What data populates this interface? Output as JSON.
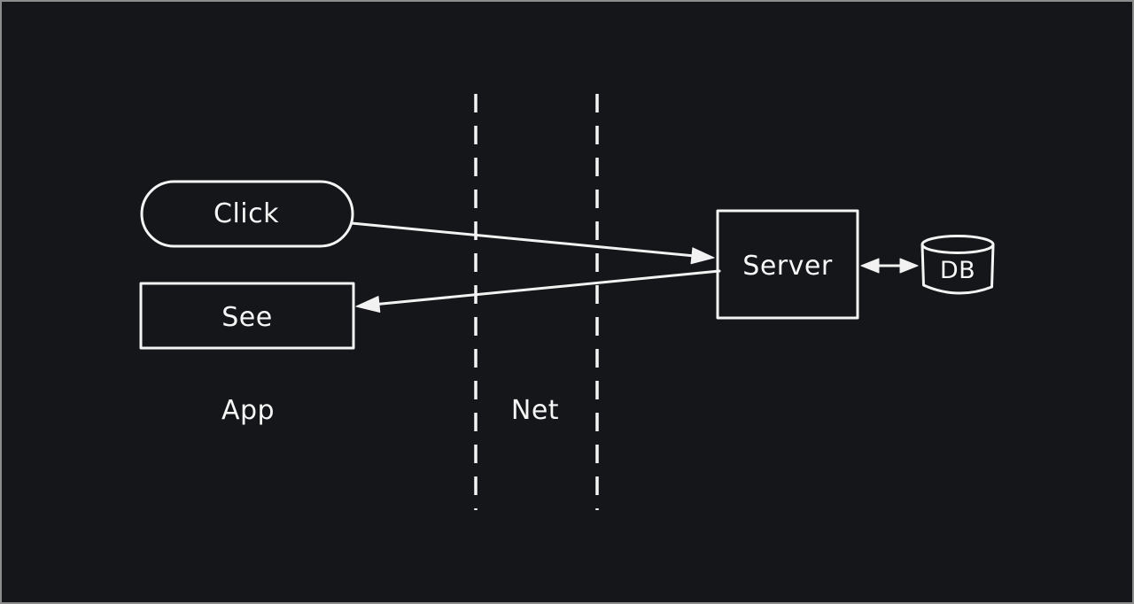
{
  "canvas": {
    "background_color": "#15161a",
    "frame_border_color": "#8d8d8d",
    "stroke_color": "#f4f4f4",
    "text_color": "#f6f6f6"
  },
  "diagram": {
    "nodes": {
      "click": {
        "label": "Click",
        "shape": "pill"
      },
      "see": {
        "label": "See",
        "shape": "rectangle"
      },
      "server": {
        "label": "Server",
        "shape": "rectangle"
      },
      "db": {
        "label": "DB",
        "shape": "cylinder"
      }
    },
    "lanes": {
      "app": {
        "label": "App"
      },
      "net": {
        "label": "Net"
      }
    },
    "edges": [
      {
        "from": "click",
        "to": "server",
        "arrow": "single"
      },
      {
        "from": "server",
        "to": "see",
        "arrow": "single"
      },
      {
        "from": "server",
        "to": "db",
        "arrow": "double"
      }
    ]
  }
}
